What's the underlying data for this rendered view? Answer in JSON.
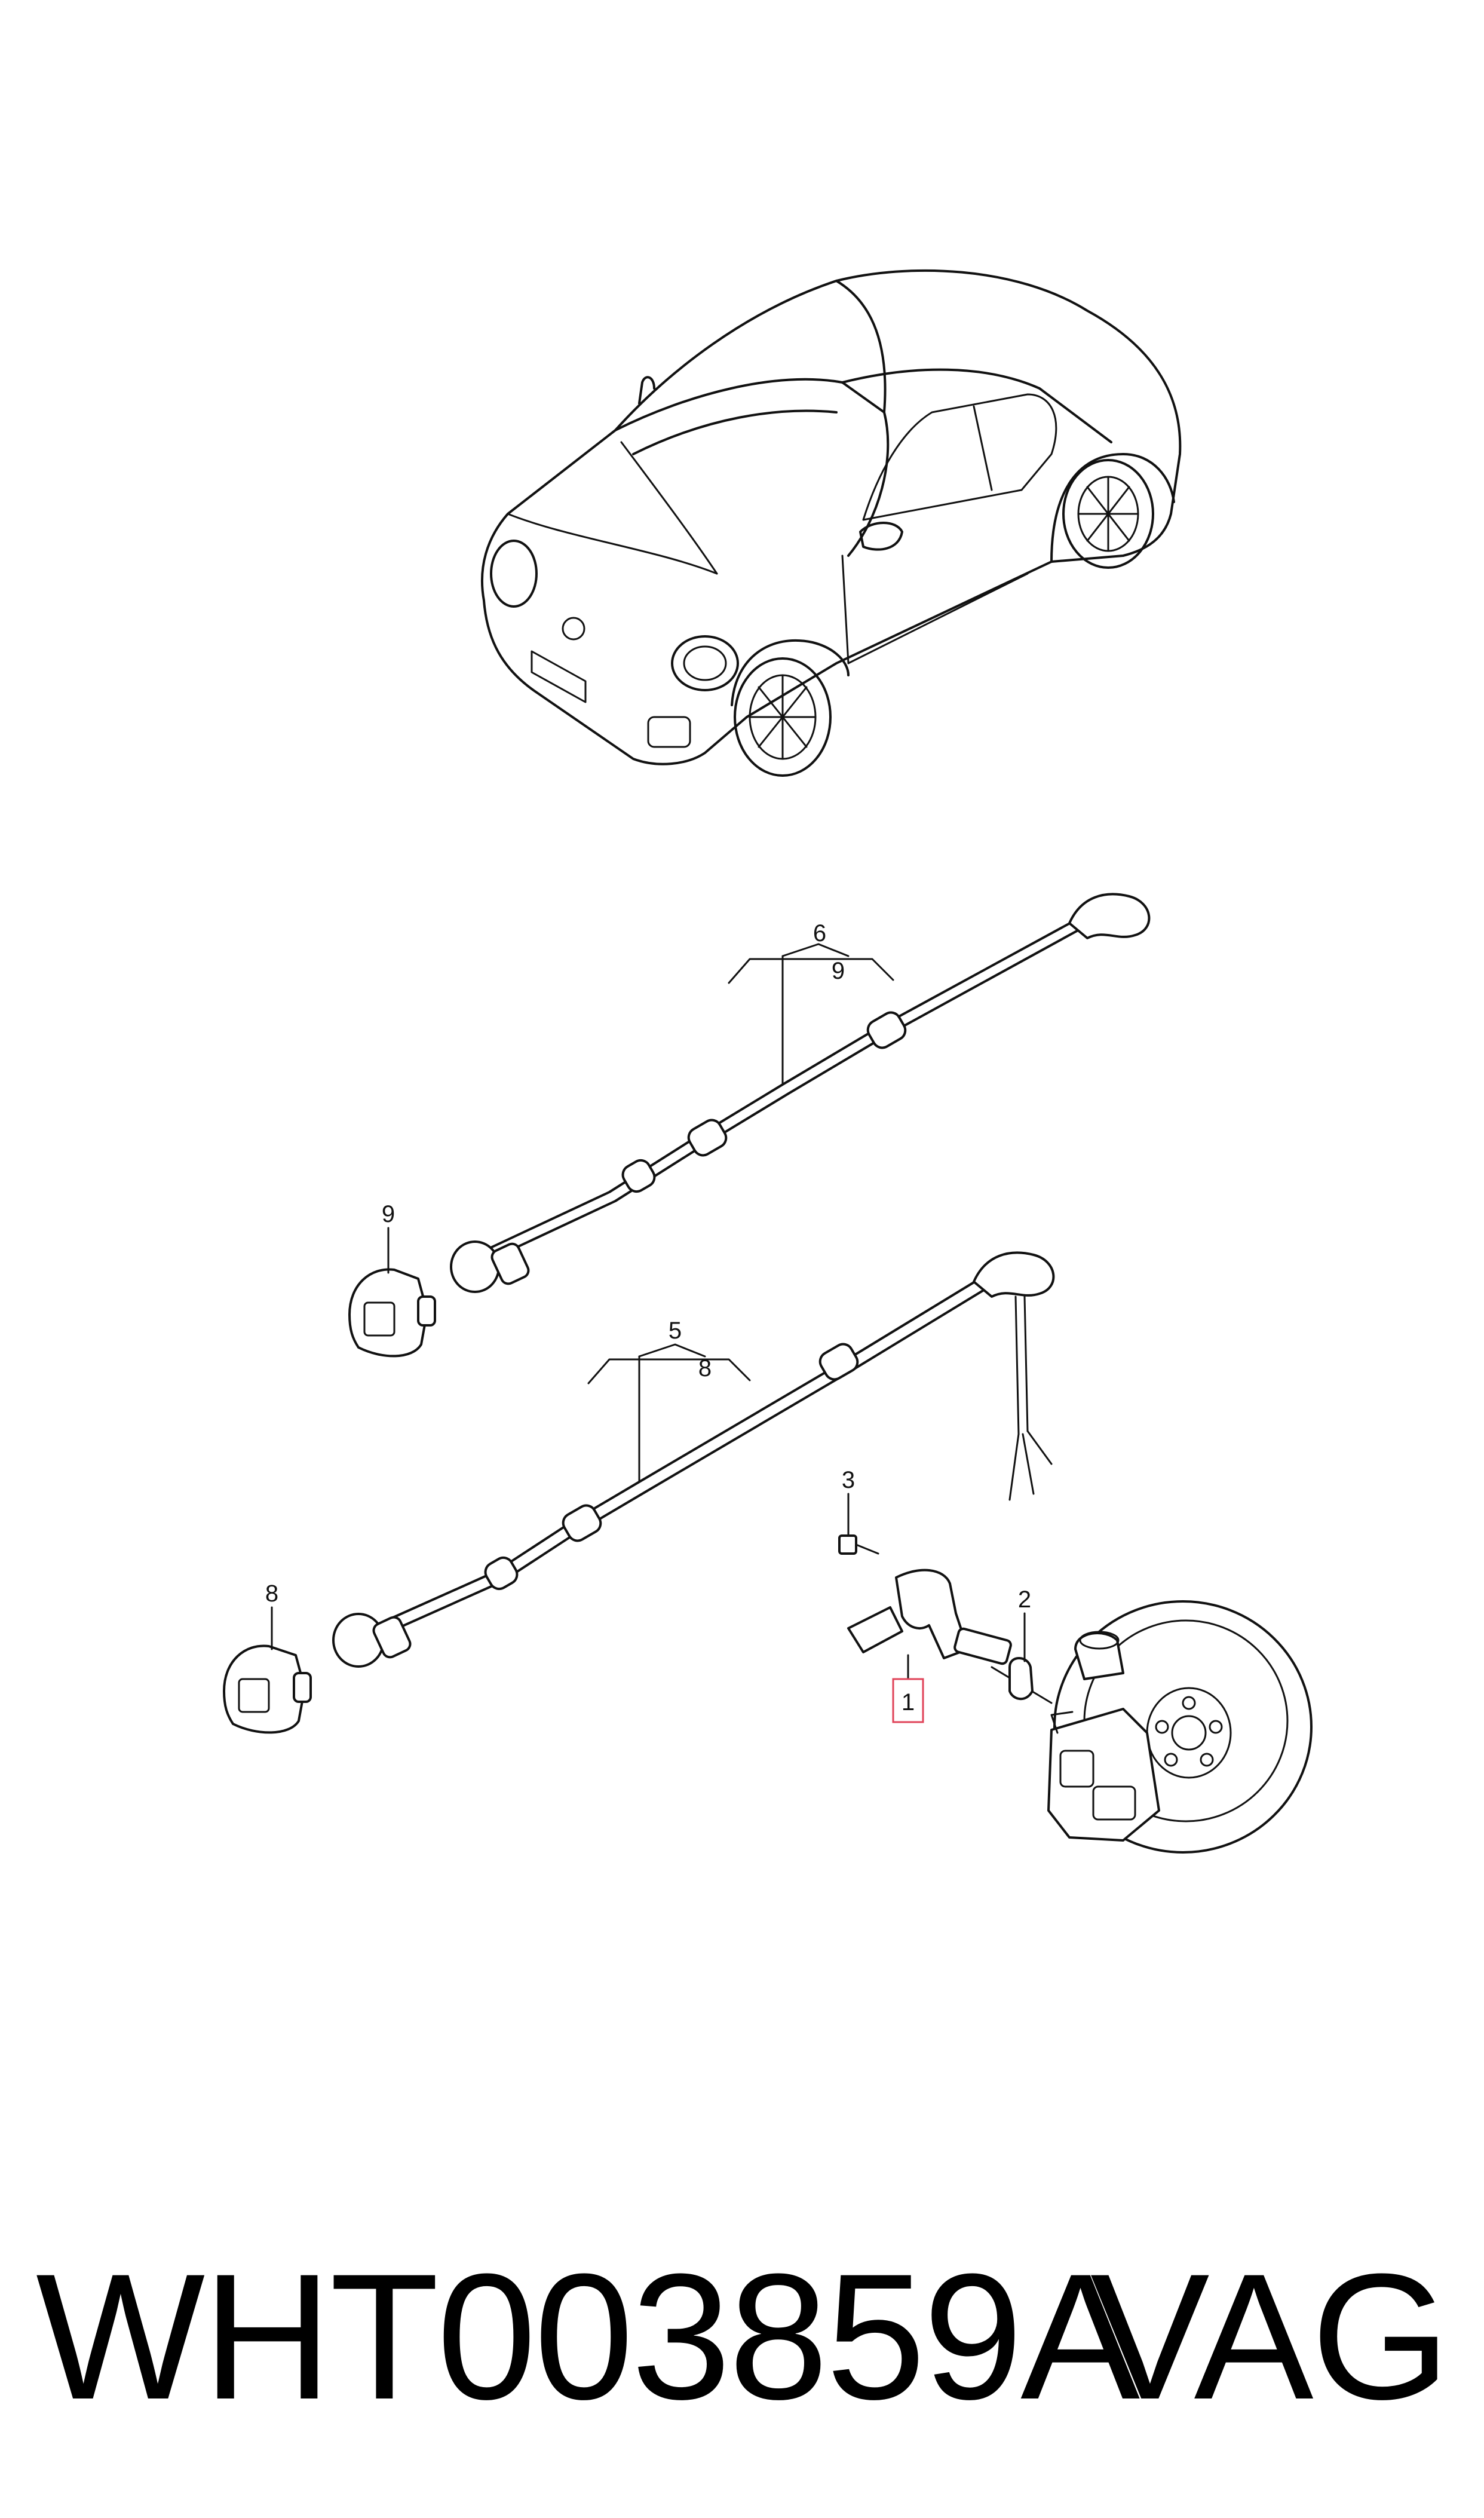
{
  "diagram": {
    "callouts": {
      "c1": "1",
      "c2": "2",
      "c3": "3",
      "c5": "5",
      "c6": "6",
      "c8": "8",
      "c9a": "9",
      "c9b": "9",
      "c8b": "8"
    },
    "highlight_color": "#e0445a"
  },
  "footer": {
    "part_number": "WHT003859A",
    "brand": "VAG"
  }
}
